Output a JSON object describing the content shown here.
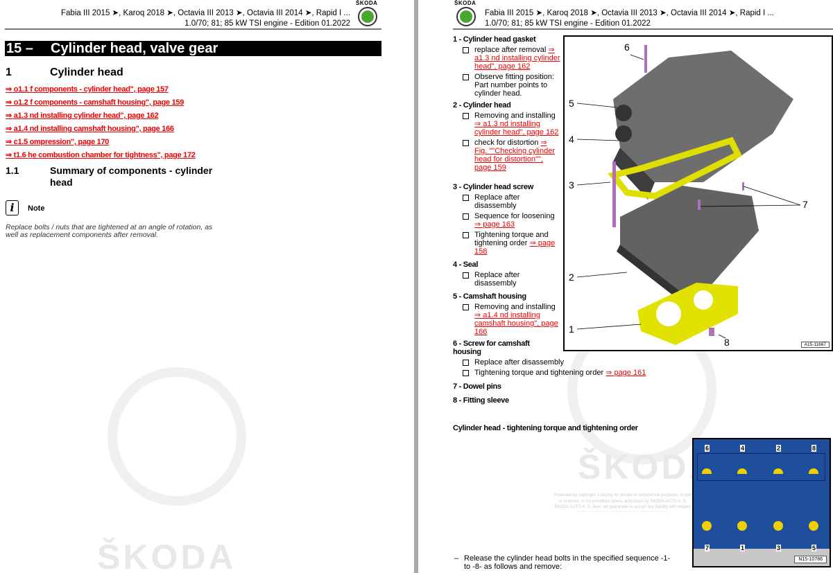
{
  "header": {
    "models": "Fabia III 2015 ➤, Karoq 2018 ➤, Octavia III 2013 ➤, Octavia III 2014 ➤, Rapid I ...",
    "engine": "1.0/70; 81; 85 kW TSI engine - Edition 01.2022",
    "brand": "ŠKODA"
  },
  "left": {
    "chapter_num": "15 –",
    "chapter_title": "Cylinder head, valve gear",
    "section_num": "1",
    "section_title": "Cylinder head",
    "links": [
      "⇒ o1.1 f components - cylinder head\", page 157",
      "⇒ o1.2 f components - camshaft housing\", page 159",
      "⇒ a1.3 nd installing cylinder head\", page 162",
      "⇒ a1.4 nd installing camshaft housing\", page 166",
      "⇒ c1.5 ompression\", page 170",
      "⇒ t1.6 he combustion chamber for tightness\", page 172"
    ],
    "sub_num": "1.1",
    "sub_title": "Summary of components - cylinder head",
    "note_label": "Note",
    "note_text": "Replace bolts / nuts that are tightened at an angle of rotation, as well as replacement components after removal.",
    "watermark": "ŠKODA"
  },
  "right": {
    "items": [
      {
        "title": "1 - Cylinder head gasket",
        "subs": [
          {
            "text": "replace after removal ",
            "link": "⇒ a1.3 nd installing cylinder head\", page 162"
          },
          {
            "text": "Observe fitting position: Part number points to cylinder head.",
            "link": ""
          }
        ]
      },
      {
        "title": "2 - Cylinder head",
        "subs": [
          {
            "text": "Removing and installing ",
            "link": "⇒ a1.3 nd installing cylinder head\", page 162"
          },
          {
            "text": "check for distortion ",
            "link": "⇒ Fig. \"\"Checking cylinder head for distortion\"\", page 159"
          }
        ]
      },
      {
        "title": "3 - Cylinder head screw",
        "subs": [
          {
            "text": "Replace after disassembly",
            "link": ""
          },
          {
            "text": "Sequence for loosening ",
            "link": "⇒ page 163"
          },
          {
            "text": "Tightening torque and tightening order ",
            "link": "⇒ page 158"
          }
        ]
      },
      {
        "title": "4 - Seal",
        "subs": [
          {
            "text": "Replace after disassembly",
            "link": ""
          }
        ]
      },
      {
        "title": "5 - Camshaft housing",
        "subs": [
          {
            "text": "Removing and installing ",
            "link": "⇒ a1.4 nd installing camshaft housing\", page 166"
          }
        ]
      },
      {
        "title": "6 - Screw for camshaft housing",
        "subs": [
          {
            "text": "Replace after disassembly",
            "link": ""
          },
          {
            "text": "Tightening torque and tightening order ",
            "link": "⇒ page 161"
          }
        ]
      },
      {
        "title": "7 - Dowel pins",
        "subs": []
      },
      {
        "title": "8 - Fitting sleeve",
        "subs": []
      }
    ],
    "figure1_callouts": [
      "1",
      "2",
      "3",
      "4",
      "5",
      "6",
      "7",
      "8"
    ],
    "figure1_id": "A15-11667",
    "section_heading": "Cylinder head - tightening torque and tightening order",
    "figure2_labels_top": [
      "6",
      "4",
      "2",
      "8"
    ],
    "figure2_labels_bottom": [
      "7",
      "1",
      "3",
      "5"
    ],
    "figure2_id": "N15-10786",
    "step_text": "Release the cylinder head bolts in the specified sequence -1- to -8- as follows and remove:",
    "copyright": "Protected by copyright. Copying for private or commercial purposes, in part or in whole, is not permitted unless authorised by ŠKODA AUTO A. S. ŠKODA AUTO A. S. does not guarantee or accept any liability with respect to the correctness of information in this document.",
    "watermark": "ŠKODA"
  },
  "colors": {
    "link": "#ee0000",
    "gasket": "#e6e600",
    "bolt": "#b070c0",
    "engine_photo": "#1f4e9c",
    "brand_green": "#4ba82e"
  }
}
